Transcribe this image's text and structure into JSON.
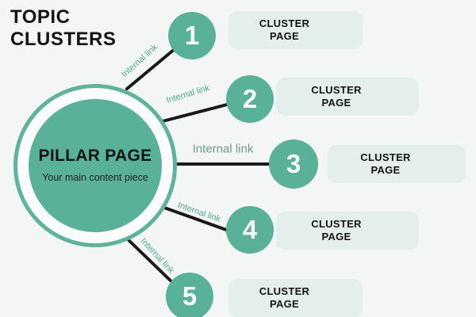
{
  "title": {
    "line1": "TOPIC",
    "line2": "CLUSTERS"
  },
  "pillar": {
    "title": "PILLAR PAGE",
    "subtitle": "Your main content piece"
  },
  "clusters": [
    {
      "number": "1",
      "label": "CLUSTER PAGE",
      "link_label": "Internal link"
    },
    {
      "number": "2",
      "label": "CLUSTER PAGE",
      "link_label": "Internal link"
    },
    {
      "number": "3",
      "label": "CLUSTER PAGE",
      "link_label": "Internal link"
    },
    {
      "number": "4",
      "label": "CLUSTER PAGE",
      "link_label": "Internal link"
    },
    {
      "number": "5",
      "label": "CLUSTER PAGE",
      "link_label": "Internal link"
    }
  ],
  "colors": {
    "background": "#f4f6f5",
    "accent_teal": "#58b198",
    "ring_teal": "#5fb39b",
    "card_mint": "#e4efec",
    "line_black": "#1a1a1a",
    "link_label_teal": "#4fa88e",
    "link_label_gray_teal": "#6e9a90",
    "text_black": "#141414"
  }
}
